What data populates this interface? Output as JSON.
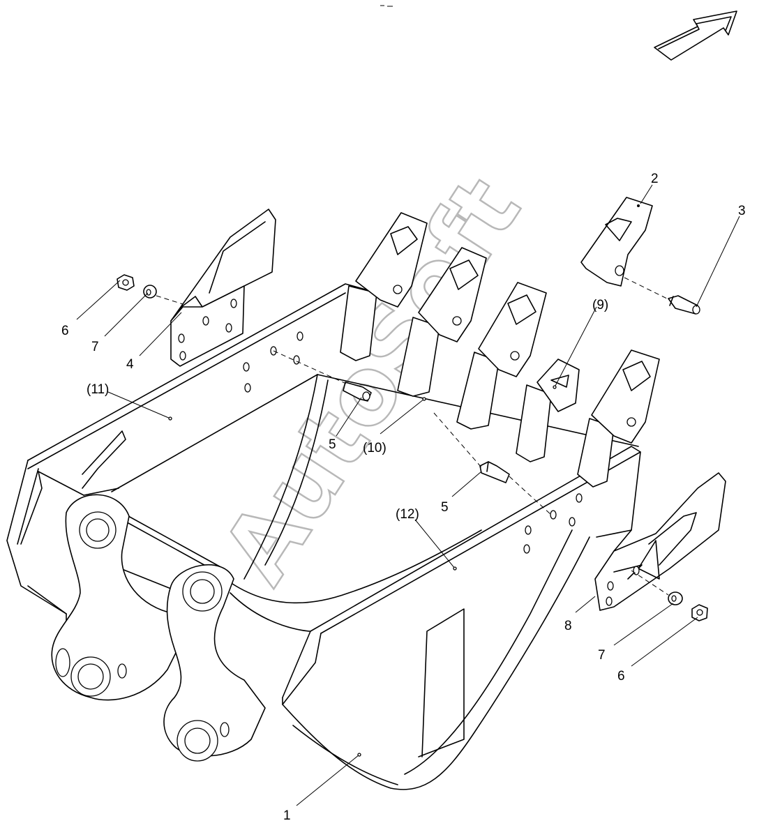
{
  "watermark": "AutoSoft",
  "icons": {
    "direction": "direction-arrow-icon"
  },
  "callouts": {
    "c1": "1",
    "c2": "2",
    "c3": "3",
    "c4": "4",
    "c5a": "5",
    "c5b": "5",
    "c6a": "6",
    "c6b": "6",
    "c7a": "7",
    "c7b": "7",
    "c8": "8",
    "c9": "(9)",
    "c10": "(10)",
    "c11": "(11)",
    "c12": "(12)"
  }
}
